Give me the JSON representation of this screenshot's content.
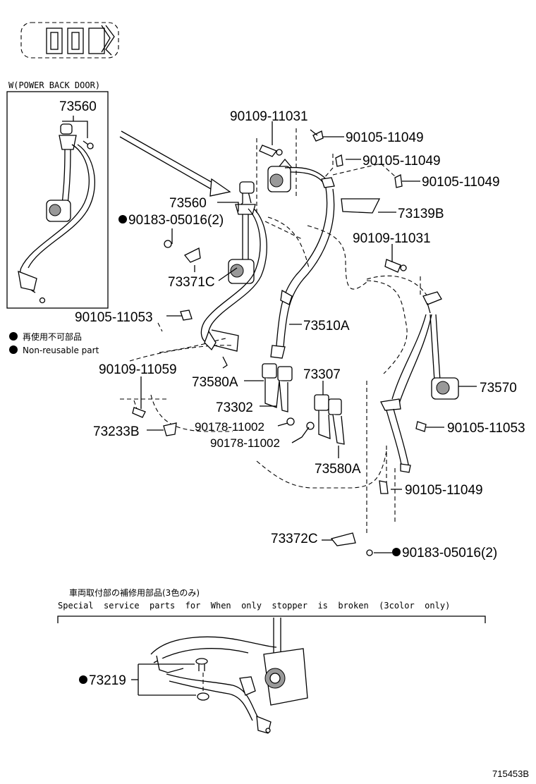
{
  "header": {
    "icon": "vehicle-3-row-seat-icon"
  },
  "inset": {
    "title": "W(POWER BACK DOOR)",
    "part_no": "73560"
  },
  "parts": {
    "p90109_11031_top": "90109-11031",
    "p90105_11049_a": "90105-11049",
    "p90105_11049_b": "90105-11049",
    "p90105_11049_c": "90105-11049",
    "p73560": "73560",
    "p73139b": "73139B",
    "p90183_05016_top": "90183-05016(2)",
    "p90109_11031_mid": "90109-11031",
    "p73371c": "73371C",
    "p90105_11053_left": "90105-11053",
    "p73510a": "73510A",
    "p90109_11059": "90109-11059",
    "p73307": "73307",
    "p73580a_left": "73580A",
    "p73570": "73570",
    "p73302": "73302",
    "p90105_11053_right": "90105-11053",
    "p73233b": "73233B",
    "p90178_11002_a": "90178-11002",
    "p90178_11002_b": "90178-11002",
    "p73580a_right": "73580A",
    "p90105_11049_d": "90105-11049",
    "p73372c": "73372C",
    "p90183_05016_bottom": "90183-05016(2)",
    "p73219": "73219"
  },
  "legend": {
    "jp": "再使用不可部品",
    "en": "Non-reusable part"
  },
  "service": {
    "jp": "車両取付部の補修用部品(3色のみ)",
    "en": "Special  service  parts  for  When  only  stopper  is  broken  (3color  only)"
  },
  "footer": {
    "diagram_id": "715453B"
  }
}
